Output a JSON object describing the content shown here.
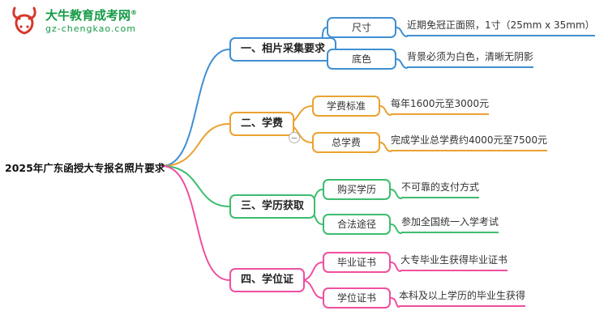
{
  "logo": {
    "title": "大牛教育成考网",
    "reg": "®",
    "subtitle": "gz-chengkao.com",
    "brand_green": "#149a45",
    "brand_red": "#d6382e"
  },
  "root": {
    "label": "2025年广东函授大专报名照片要求"
  },
  "toggle": {
    "minus": "−"
  },
  "branches": [
    {
      "label": "一、相片采集要求",
      "color": "#3f8fd2",
      "children": [
        {
          "label": "尺寸",
          "value": "近期免冠正面照，1寸（25mm x 35mm）"
        },
        {
          "label": "底色",
          "value": "背景必须为白色，清晰无阴影"
        }
      ]
    },
    {
      "label": "二、学费",
      "color": "#eaa22f",
      "children": [
        {
          "label": "学费标准",
          "value": "每年1600元至3000元"
        },
        {
          "label": "总学费",
          "value": "完成学业总学费约4000元至7500元"
        }
      ]
    },
    {
      "label": "三、学历获取",
      "color": "#3dbd6e",
      "children": [
        {
          "label": "购买学历",
          "value": "不可靠的支付方式"
        },
        {
          "label": "合法途径",
          "value": "参加全国统一入学考试"
        }
      ]
    },
    {
      "label": "四、学位证",
      "color": "#ef4f9f",
      "children": [
        {
          "label": "毕业证书",
          "value": "大专毕业生获得毕业证书"
        },
        {
          "label": "学位证书",
          "value": "本科及以上学历的毕业生获得"
        }
      ]
    }
  ]
}
